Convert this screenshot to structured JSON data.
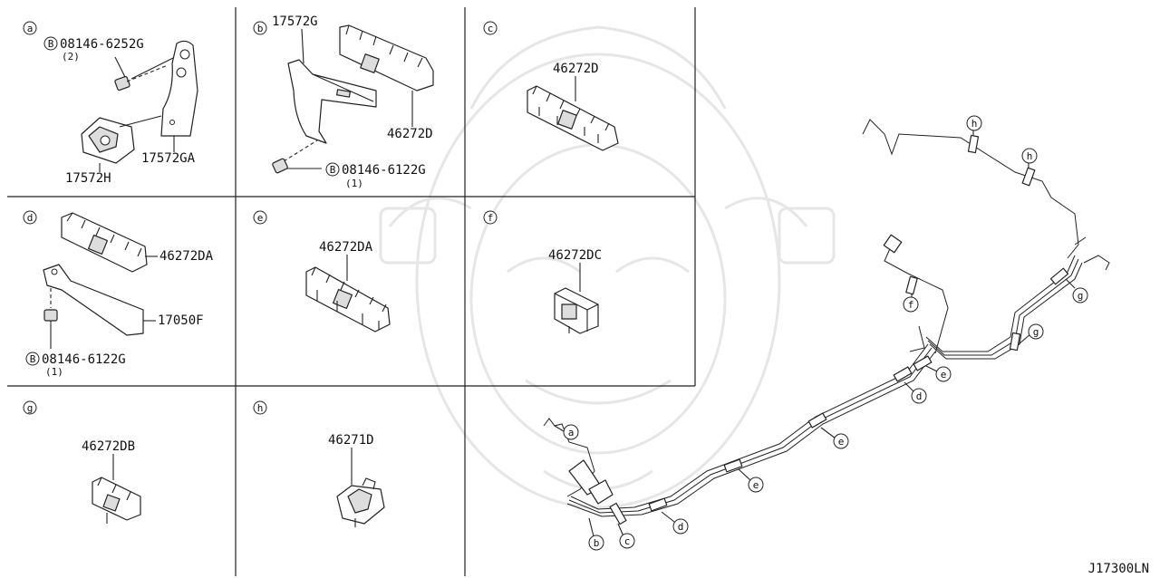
{
  "diagram_id": "J17300LN",
  "cells": {
    "a": {
      "letter": "a",
      "bolt_prefix": "B",
      "bolt_part": "08146-6252G",
      "bolt_qty": "(2)",
      "bracket_part": "17572GA",
      "clip_part": "17572H"
    },
    "b": {
      "letter": "b",
      "bracket_part": "17572G",
      "clamp_part": "46272D",
      "bolt_prefix": "B",
      "bolt_part": "08146-6122G",
      "bolt_qty": "(1)"
    },
    "c": {
      "letter": "c",
      "clamp_part": "46272D"
    },
    "d": {
      "letter": "d",
      "clamp_part": "46272DA",
      "bracket_part": "17050F",
      "bolt_prefix": "B",
      "bolt_part": "08146-6122G",
      "bolt_qty": "(1)"
    },
    "e": {
      "letter": "e",
      "clamp_part": "46272DA"
    },
    "f": {
      "letter": "f",
      "clamp_part": "46272DC"
    },
    "g": {
      "letter": "g",
      "clamp_part": "46272DB"
    },
    "h": {
      "letter": "h",
      "clamp_part": "46271D"
    }
  },
  "overview_callouts": [
    "h",
    "h",
    "f",
    "g",
    "g",
    "e",
    "d",
    "e",
    "e",
    "a",
    "b",
    "c",
    "d"
  ]
}
